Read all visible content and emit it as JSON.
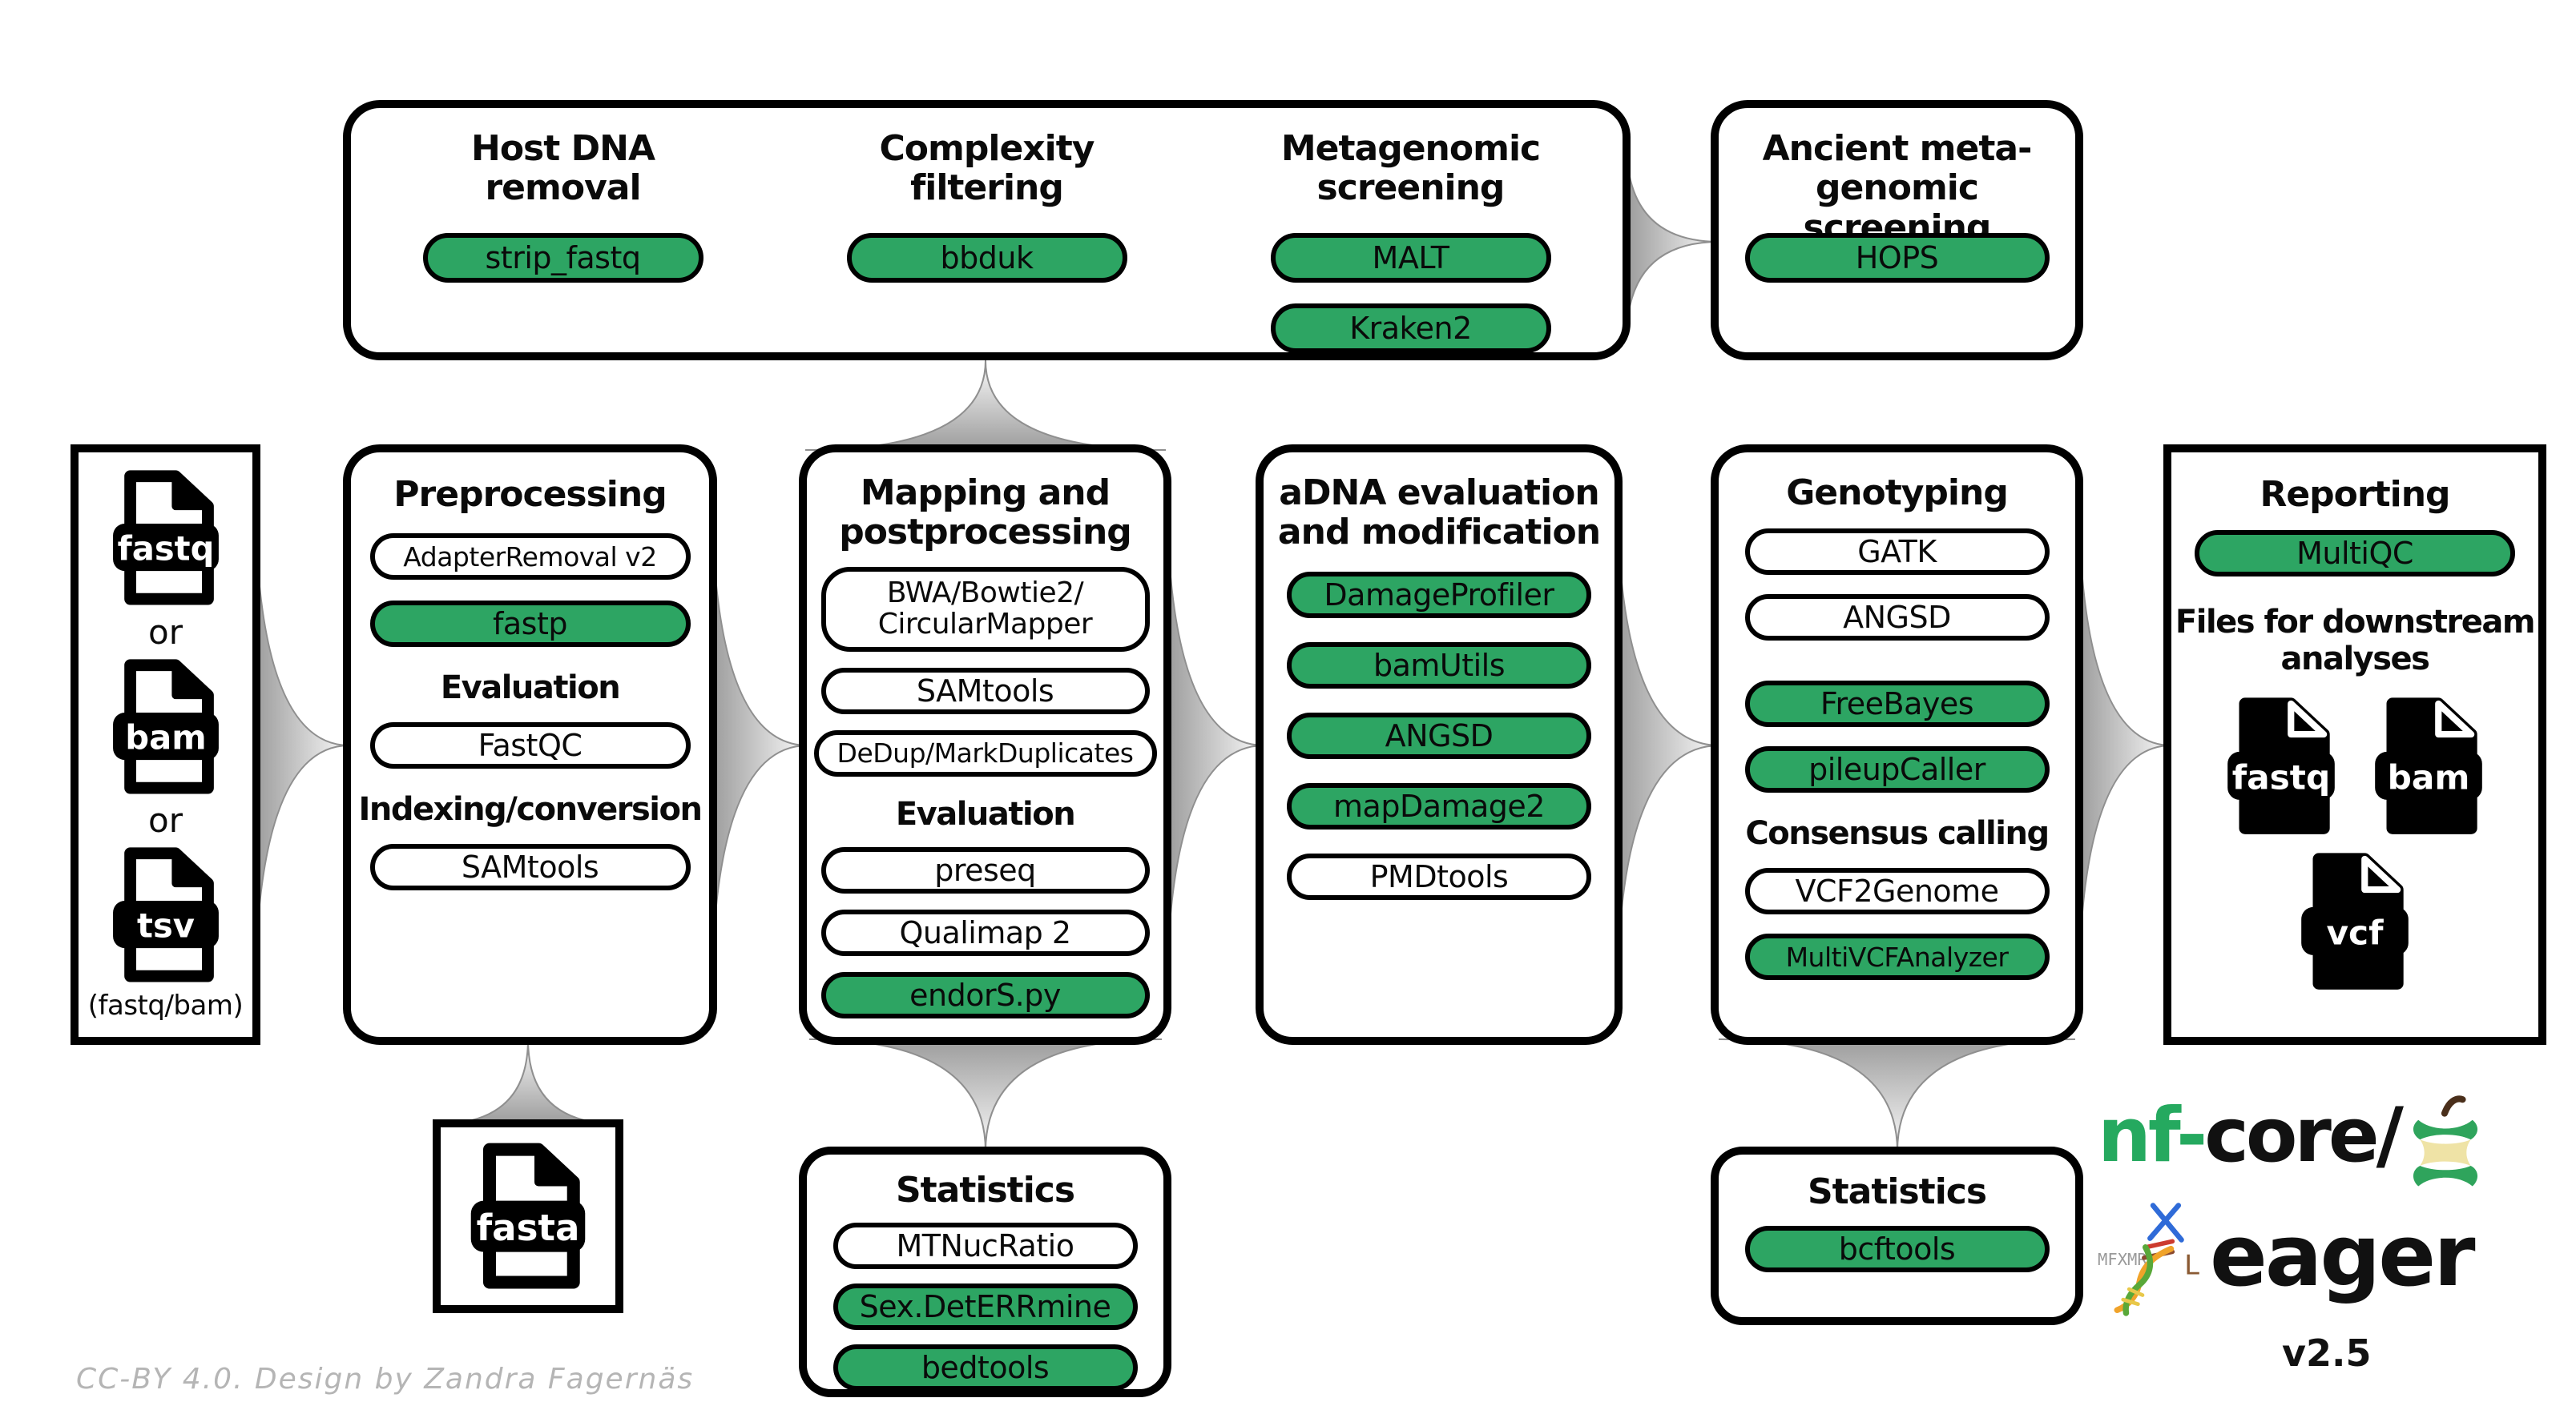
{
  "colors": {
    "green": "#2da563"
  },
  "screening_box": {
    "columns": [
      {
        "title_line1": "Host DNA",
        "title_line2": "removal",
        "pills": [
          {
            "label": "strip_fastq",
            "variant": "green"
          }
        ]
      },
      {
        "title_line1": "Complexity",
        "title_line2": "filtering",
        "pills": [
          {
            "label": "bbduk",
            "variant": "green"
          }
        ]
      },
      {
        "title_line1": "Metagenomic",
        "title_line2": "screening",
        "pills": [
          {
            "label": "MALT",
            "variant": "green"
          },
          {
            "label": "Kraken2",
            "variant": "green"
          }
        ]
      }
    ]
  },
  "ancient_box": {
    "title_line1": "Ancient meta-",
    "title_line2": "genomic screening",
    "pills": [
      {
        "label": "HOPS",
        "variant": "green"
      }
    ]
  },
  "input_box": {
    "or_label": "or",
    "caption": "(fastq/bam)",
    "files": [
      {
        "label": "fastq"
      },
      {
        "label": "bam"
      },
      {
        "label": "tsv"
      }
    ]
  },
  "preprocessing": {
    "title": "Preprocessing",
    "pills": [
      {
        "label": "AdapterRemoval v2",
        "variant": "white"
      },
      {
        "label": "fastp",
        "variant": "green"
      }
    ],
    "section1": "Evaluation",
    "section1_pills": [
      {
        "label": "FastQC",
        "variant": "white"
      }
    ],
    "section2": "Indexing/conversion",
    "section2_pills": [
      {
        "label": "SAMtools",
        "variant": "white"
      }
    ]
  },
  "mapping": {
    "title_line1": "Mapping and",
    "title_line2": "postprocessing",
    "pill1_line1": "BWA/Bowtie2/",
    "pill1_line2": "CircularMapper",
    "pills": [
      {
        "label": "SAMtools",
        "variant": "white"
      },
      {
        "label": "DeDup/MarkDuplicates",
        "variant": "white"
      }
    ],
    "section": "Evaluation",
    "section_pills": [
      {
        "label": "preseq",
        "variant": "white"
      },
      {
        "label": "Qualimap 2",
        "variant": "white"
      },
      {
        "label": "endorS.py",
        "variant": "green"
      }
    ]
  },
  "adna": {
    "title_line1": "aDNA evaluation",
    "title_line2": "and modification",
    "pills": [
      {
        "label": "DamageProfiler",
        "variant": "green"
      },
      {
        "label": "bamUtils",
        "variant": "green"
      },
      {
        "label": "ANGSD",
        "variant": "green"
      },
      {
        "label": "mapDamage2",
        "variant": "green"
      },
      {
        "label": "PMDtools",
        "variant": "white"
      }
    ]
  },
  "genotyping": {
    "title": "Genotyping",
    "pills": [
      {
        "label": "GATK",
        "variant": "white"
      },
      {
        "label": "ANGSD",
        "variant": "white"
      },
      {
        "label": "FreeBayes",
        "variant": "green"
      },
      {
        "label": "pileupCaller",
        "variant": "green"
      }
    ],
    "section": "Consensus calling",
    "section_pills": [
      {
        "label": "VCF2Genome",
        "variant": "white"
      },
      {
        "label": "MultiVCFAnalyzer",
        "variant": "green"
      }
    ]
  },
  "reporting": {
    "title": "Reporting",
    "pills": [
      {
        "label": "MultiQC",
        "variant": "green"
      }
    ],
    "files_header_line1": "Files for downstream",
    "files_header_line2": "analyses",
    "files": [
      {
        "label": "fastq"
      },
      {
        "label": "bam"
      },
      {
        "label": "vcf"
      }
    ]
  },
  "fasta_box": {
    "label": "fasta"
  },
  "statistics_mapping": {
    "title": "Statistics",
    "pills": [
      {
        "label": "MTNucRatio",
        "variant": "white"
      },
      {
        "label": "Sex.DetERRmine",
        "variant": "green"
      },
      {
        "label": "bedtools",
        "variant": "green"
      }
    ]
  },
  "statistics_genotyping": {
    "title": "Statistics",
    "pills": [
      {
        "label": "bcftools",
        "variant": "green"
      }
    ]
  },
  "logo": {
    "brand_green": "nf-",
    "brand_rest": "core/",
    "app_name": "eager",
    "version": "v2.5",
    "runes": "MFXMR"
  },
  "credit": "CC-BY 4.0. Design by Zandra Fagernäs"
}
